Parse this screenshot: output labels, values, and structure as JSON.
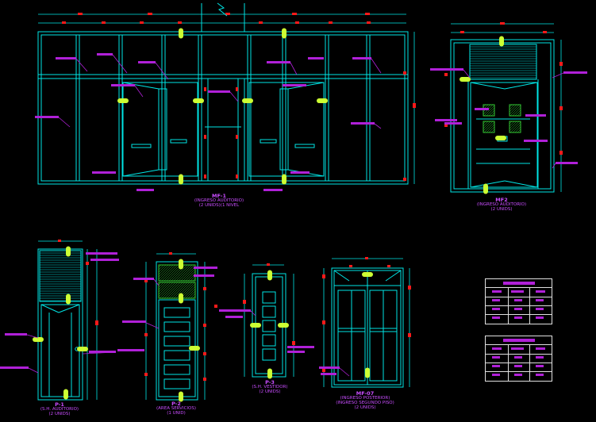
{
  "captions": [
    {
      "id": "mf1",
      "title": "MF-1",
      "l1": "(INGRESO AUDITORIO)",
      "l2": "(2 UNIDS)(1 NIVEL"
    },
    {
      "id": "mf2",
      "title": "MF2",
      "l1": "(INGRESO AUDITORIO)",
      "l2": "(2 UNIDS)"
    },
    {
      "id": "p1",
      "title": "P-1",
      "l1": "(S.H. AUDITORIO)",
      "l2": "(2 UNIDS)"
    },
    {
      "id": "p2",
      "title": "P-2",
      "l1": "(AREA SERVICIOS)",
      "l2": "(1 UNID)"
    },
    {
      "id": "p3",
      "title": "P-3",
      "l1": "(S.H. VESTIDOR)",
      "l2": "(2 UNIDS)"
    },
    {
      "id": "mf07",
      "title": "MF-07",
      "l1": "(INGRESO POSTERIOR)",
      "l2": "(INGRESO SEGUNDO PISO)",
      "l3": "(2 UNIDS)"
    }
  ],
  "colors": {
    "background": "#000000",
    "outline": "#00e5e5",
    "annotation": "#b020d8",
    "dimension_mark": "#ff1a1a",
    "hardware_mark": "#ccff33",
    "schedule_border": "#e0e0e0"
  },
  "drawing_elements": [
    "MF-1 elevation",
    "MF2 elevation",
    "P-1 elevation",
    "P-2 elevation",
    "P-3 elevation",
    "MF-07 elevation",
    "schedule-table-1",
    "schedule-table-2"
  ]
}
